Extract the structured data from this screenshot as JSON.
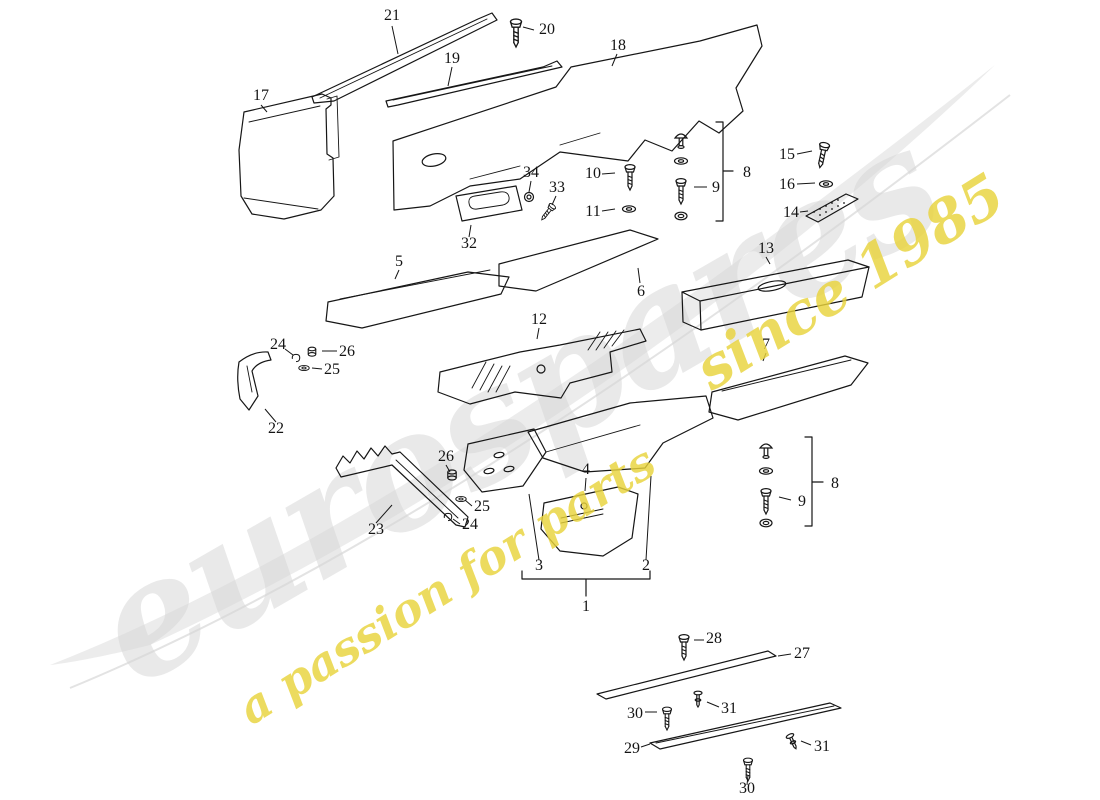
{
  "watermark": {
    "brand": "eurospares",
    "tagline_main": "a passion for parts",
    "tagline_year": "since 1985",
    "brand_color": "#d8d8d8",
    "tagline_color": "#e9d43c",
    "swoosh_color": "#ececec"
  },
  "diagram": {
    "description": "exploded-parts-diagram",
    "part_labels": {
      "1": "1",
      "2": "2",
      "3": "3",
      "4": "4",
      "5": "5",
      "6": "6",
      "7": "7",
      "8": "8",
      "9": "9",
      "10": "10",
      "11": "11",
      "12": "12",
      "13": "13",
      "14": "14",
      "15": "15",
      "16": "16",
      "17": "17",
      "18": "18",
      "19": "19",
      "20": "20",
      "21": "21",
      "22": "22",
      "23": "23",
      "24": "24",
      "25": "25",
      "26": "26",
      "27": "27",
      "28": "28",
      "29": "29",
      "30": "30",
      "31": "31",
      "32": "32",
      "33": "33",
      "34": "34"
    }
  }
}
